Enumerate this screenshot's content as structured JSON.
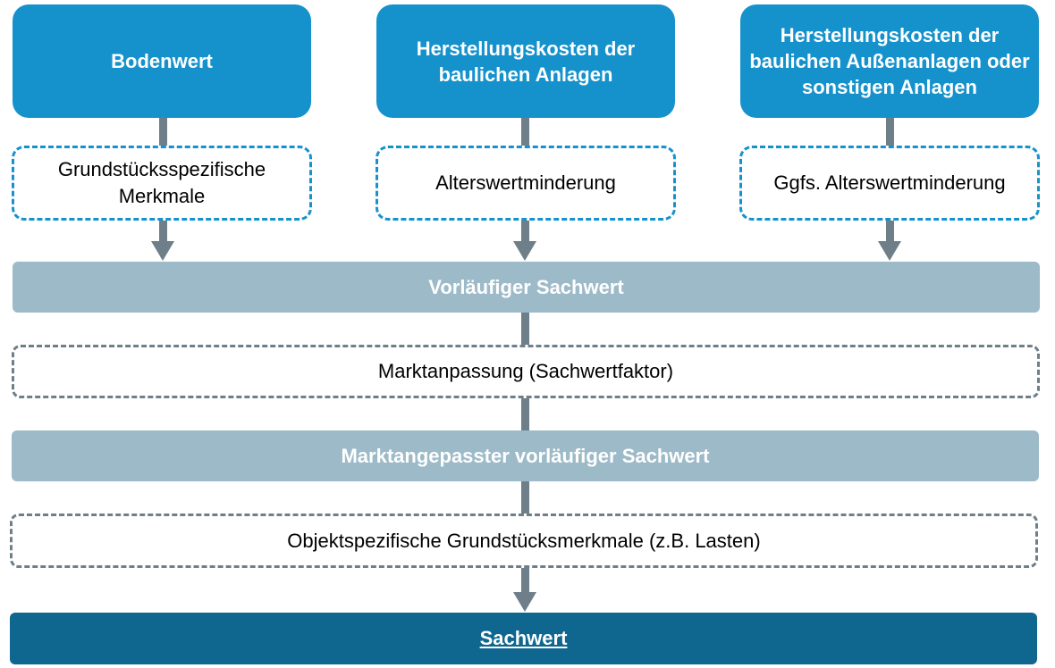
{
  "top_boxes": [
    {
      "label": "Bodenwert"
    },
    {
      "label": "Herstellungskosten der baulichen Anlagen"
    },
    {
      "label": "Herstellungskosten der baulichen Außenanlagen oder sonstigen Anlagen"
    }
  ],
  "adjustments": [
    {
      "label": "Grundstücksspezifische Merkmale"
    },
    {
      "label": "Alterswertminderung"
    },
    {
      "label": "Ggfs. Alterswertminderung"
    }
  ],
  "steps": {
    "preliminary": "Vorläufiger Sachwert",
    "market_adjustment": "Marktanpassung (Sachwertfaktor)",
    "market_adjusted": "Marktangepasster vorläufiger Sachwert",
    "object_specific": "Objektspezifische Grundstücksmerkmale (z.B. Lasten)",
    "result": "Sachwert"
  },
  "colors": {
    "top_box": "#1592CC",
    "light_bar": "#9DBAC8",
    "result_bar": "#0F668F",
    "connector": "#6E7F8A"
  }
}
